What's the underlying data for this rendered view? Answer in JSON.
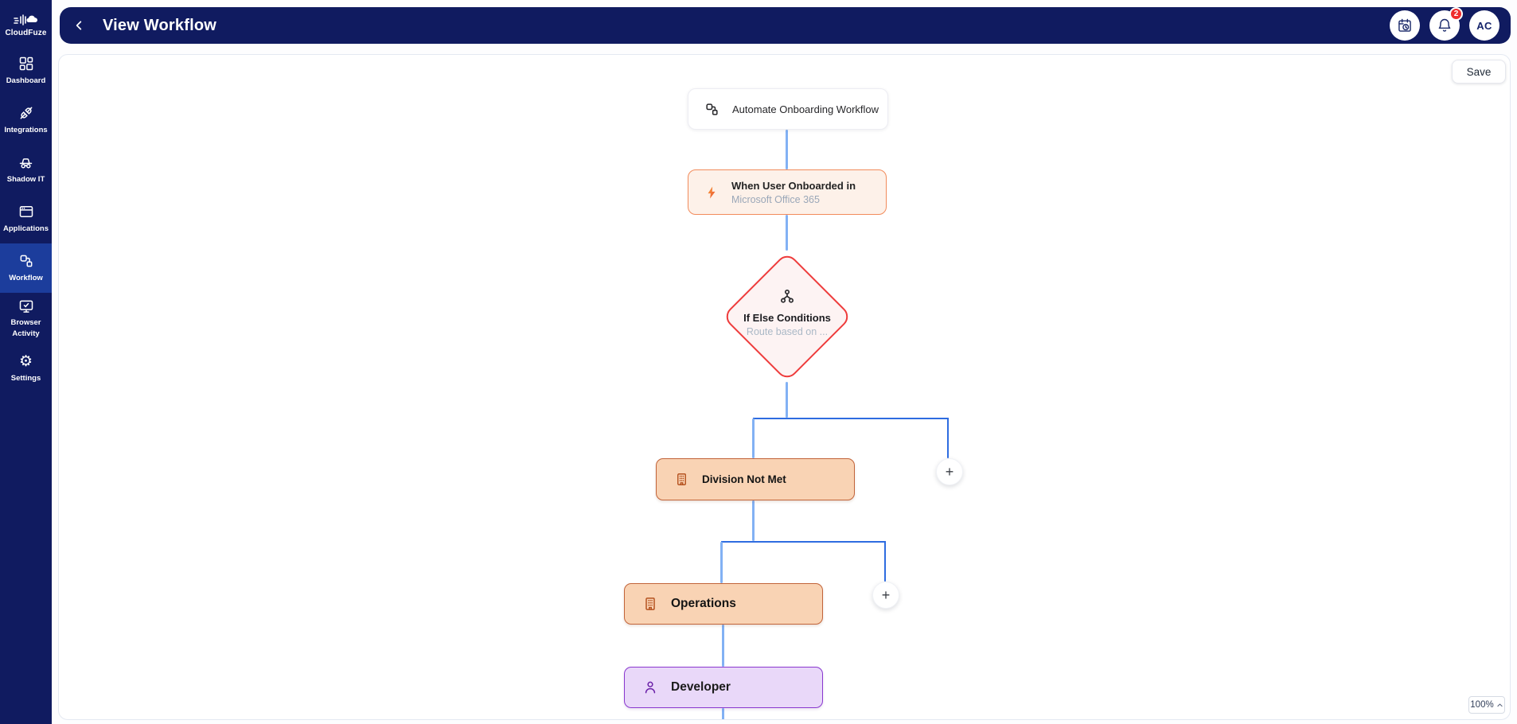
{
  "app": {
    "brand": "CloudFuze"
  },
  "sidebar": {
    "items": [
      {
        "label": "Dashboard",
        "active": false
      },
      {
        "label": "Integrations",
        "active": false
      },
      {
        "label": "Shadow IT",
        "active": false
      },
      {
        "label": "Applications",
        "active": false
      },
      {
        "label": "Workflow",
        "active": true
      },
      {
        "label": "Browser Activity",
        "active": false
      },
      {
        "label": "Settings",
        "active": false
      }
    ]
  },
  "header": {
    "title": "View Workflow",
    "notification_count": "2",
    "avatar_initials": "AC"
  },
  "toolbar": {
    "save_label": "Save"
  },
  "workflow": {
    "add_label": "+",
    "nodes": {
      "start": {
        "title": "Automate Onboarding Workflow",
        "icon": "workflow-icon"
      },
      "trigger": {
        "title": "When User Onboarded in",
        "subtitle": "Microsoft Office 365",
        "icon": "lightning-icon"
      },
      "condition": {
        "title": "If Else Conditions",
        "subtitle": "Route based on ...",
        "icon": "hierarchy-icon"
      },
      "division": {
        "title": "Division Not Met",
        "icon": "building-icon"
      },
      "operations": {
        "title": "Operations",
        "icon": "building-icon"
      },
      "developer": {
        "title": "Developer",
        "icon": "person-icon"
      }
    }
  },
  "zoom_control": {
    "level": "100%"
  },
  "colors": {
    "navy": "#101b60",
    "activeNav": "#1c3d9c",
    "connector": "#82b1f4",
    "elbow": "#2e6ce0",
    "triggerBg": "#fdf1e9",
    "triggerBorder": "#f28b5b",
    "conditionBg": "#fdf3f3",
    "conditionBorder": "#ee3b3b",
    "deptBg": "#f9d3b4",
    "deptBorder": "#c2643a",
    "roleBg": "#e9d8f9",
    "roleBorder": "#8a38cf",
    "badge": "#ef2d2d"
  }
}
